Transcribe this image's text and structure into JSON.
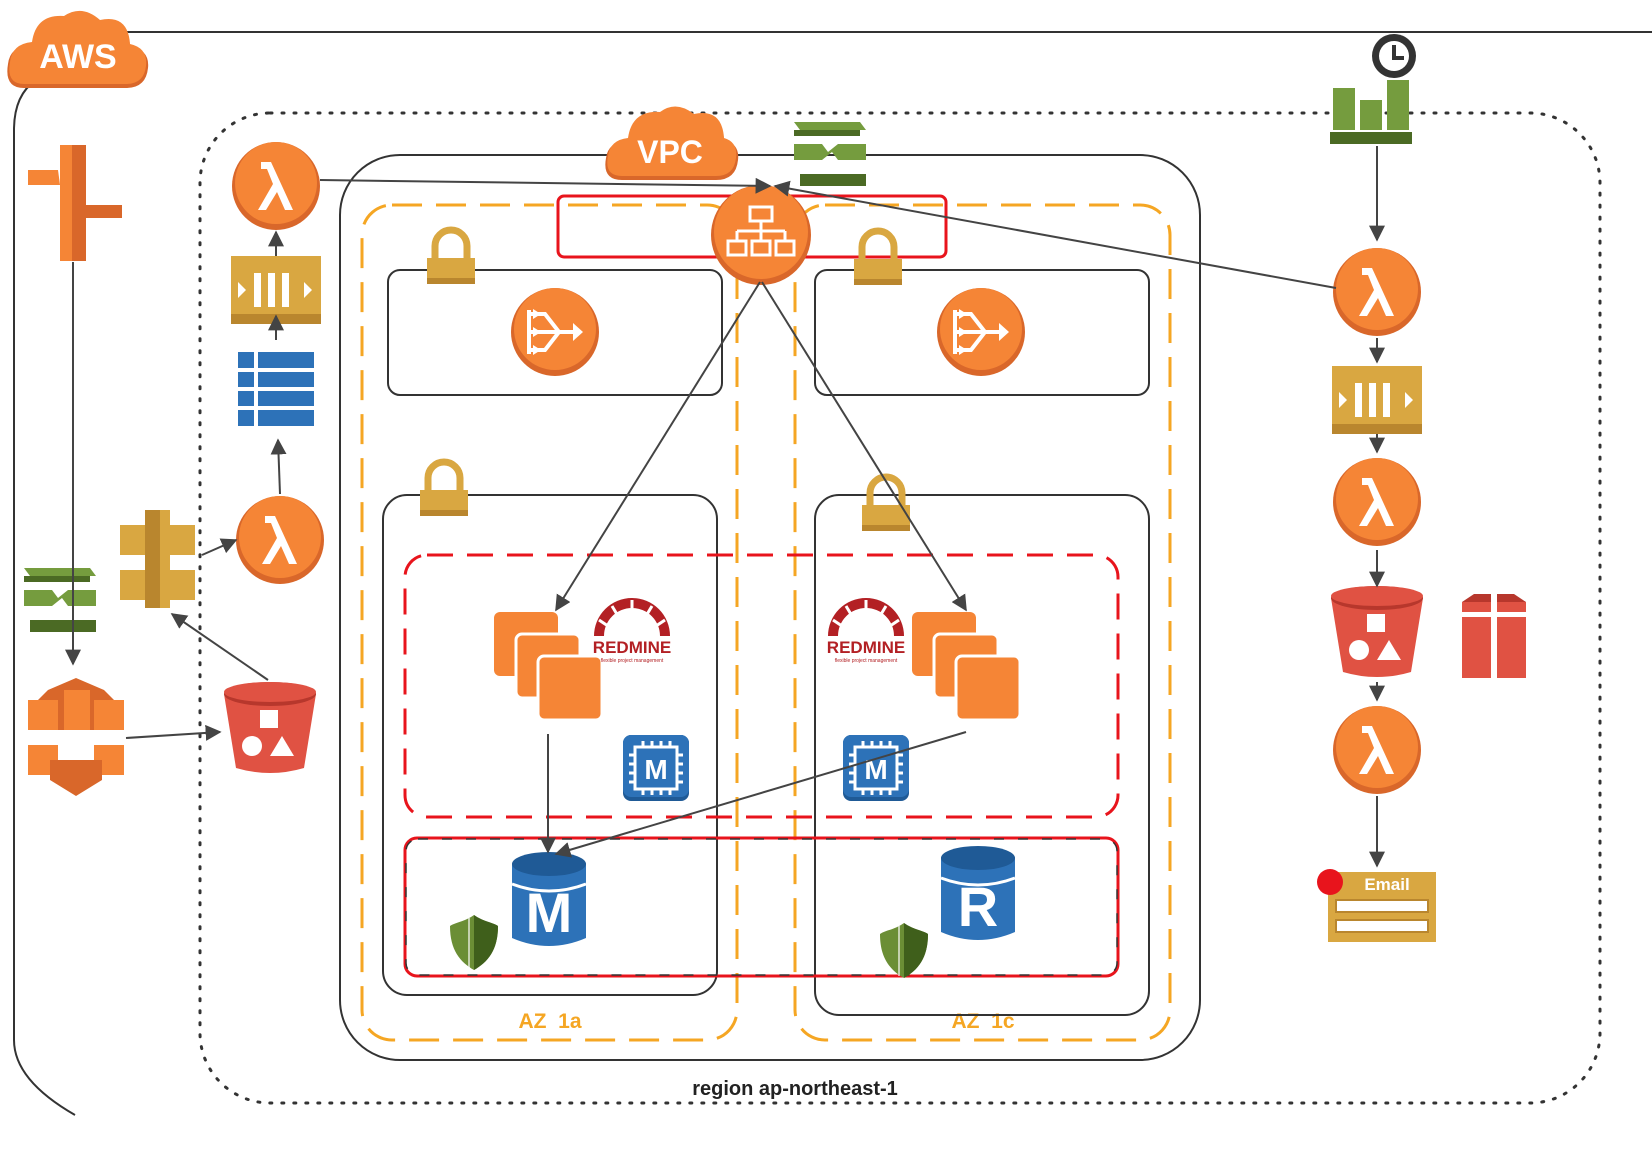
{
  "aws": {
    "label": "AWS"
  },
  "vpc": {
    "label": "VPC"
  },
  "region": {
    "label": "region ap-northeast-1"
  },
  "az": [
    {
      "label": "AZ  1a"
    },
    {
      "label": "AZ  1c"
    }
  ],
  "redmine": {
    "logo_text": "REDMINE",
    "tagline": "flexible project management"
  },
  "database": {
    "master_letter": "M",
    "replica_letter": "R"
  },
  "memcache": {
    "letter": "M"
  },
  "email": {
    "label": "Email"
  },
  "icons": [
    "aws-cloud-icon",
    "vpc-cloud-icon",
    "lambda-icon",
    "sqs-queue-icon",
    "dynamodb-table-icon",
    "api-gateway-icon",
    "s3-bucket-icon",
    "cloudfront-icon",
    "route53-icon",
    "codecommit-icon",
    "elb-icon",
    "nat-gateway-icon",
    "padlock-icon",
    "ec2-instances-icon",
    "redmine-logo-icon",
    "elasticache-chip-icon",
    "rds-master-icon",
    "rds-replica-icon",
    "kms-shield-icon",
    "cloudwatch-alarm-icon",
    "clock-icon",
    "glacier-icon",
    "ses-email-icon"
  ],
  "colors": {
    "aws_orange": "#F58536",
    "aws_orange_dark": "#D9672A",
    "queue_gold": "#D9A741",
    "dynamodb_blue": "#2D72B8",
    "rds_blue": "#2D72B8",
    "s3_red": "#E05243",
    "cloudwatch_green": "#759C3E",
    "kms_green": "#6B8E35",
    "security_red": "#E8141C",
    "az_orange": "#F5A623",
    "redmine_red": "#B32024"
  }
}
